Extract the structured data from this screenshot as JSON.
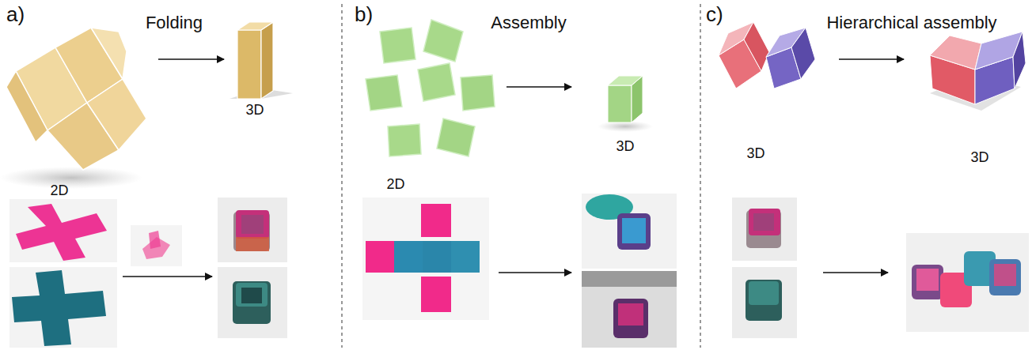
{
  "diagram": {
    "labels": [
      "a)",
      "Folding",
      "2D",
      "3D",
      "b)",
      "Assembly",
      "2D",
      "3D",
      "c)",
      "Hierarchical assembly",
      "3D",
      "3D"
    ]
  }
}
